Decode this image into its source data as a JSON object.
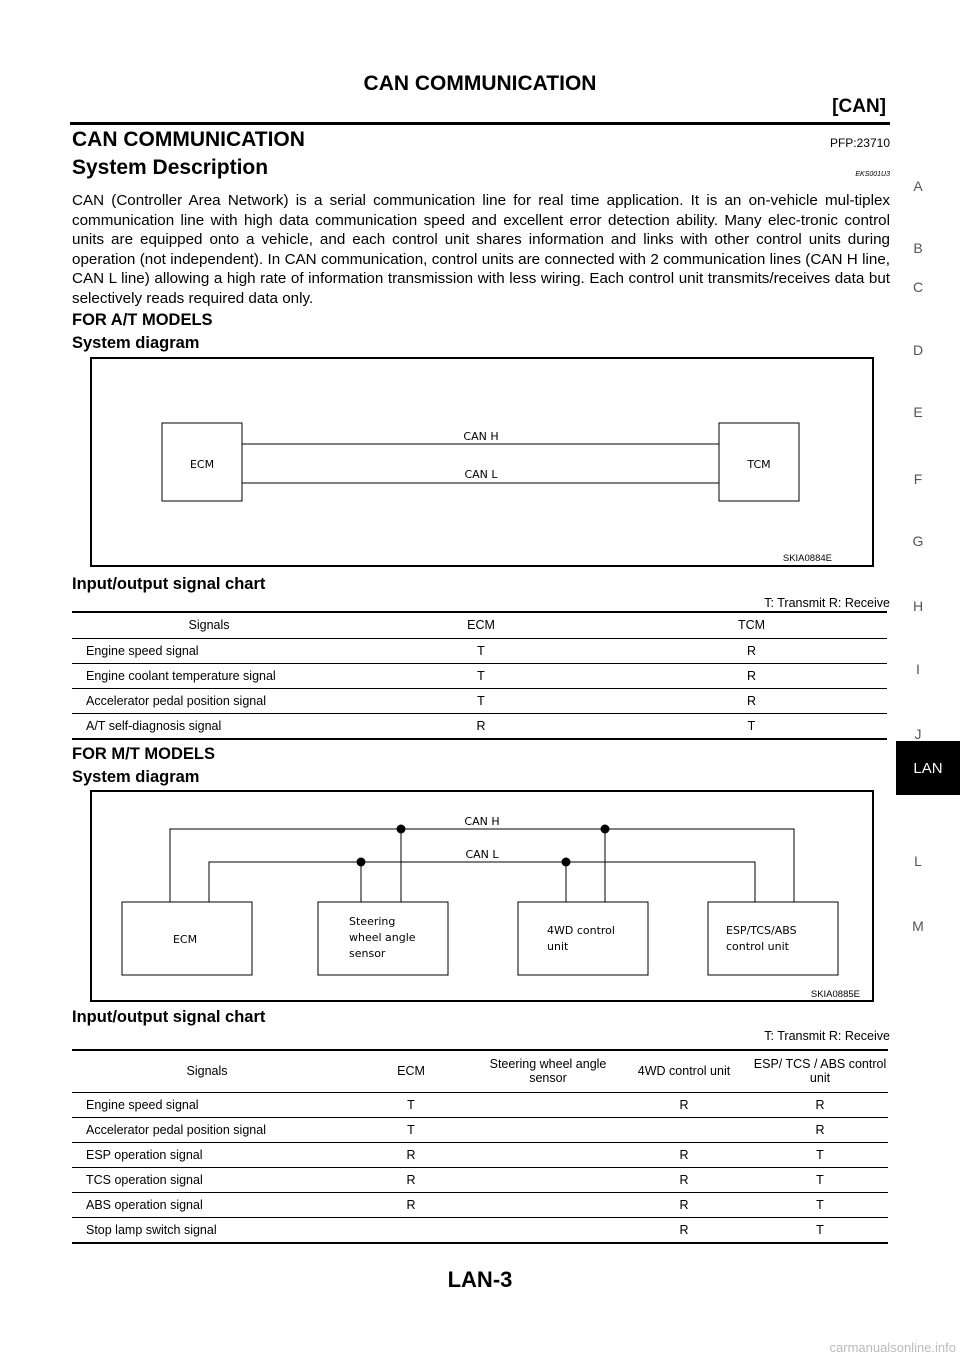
{
  "header": {
    "title": "CAN COMMUNICATION",
    "subtitle": "[CAN]"
  },
  "section": {
    "title": "CAN COMMUNICATION",
    "pfp": "PFP:23710"
  },
  "subsection": {
    "title": "System Description",
    "ref": "EKS001U3"
  },
  "description": "CAN (Controller Area Network) is a serial communication line for real time application. It is an on-vehicle mul-tiplex communication line with high data communication speed and excellent error detection ability. Many elec-tronic control units are equipped onto a vehicle, and each control unit shares information and links with other control units during operation (not independent). In CAN communication, control units are connected with 2 communication lines (CAN H line, CAN L line) allowing a high rate of information transmission with less wiring. Each control unit transmits/receives data but selectively reads required data only.",
  "at_models": {
    "heading": "FOR A/T MODELS",
    "diagram_heading": "System diagram",
    "diagram": {
      "left": "ECM",
      "right": "TCM",
      "can_h": "CAN H",
      "can_l": "CAN L",
      "code": "SKIA0884E"
    },
    "chart_heading": "Input/output signal chart",
    "legend": "T: Transmit   R: Receive",
    "table": {
      "headers": [
        "Signals",
        "ECM",
        "TCM"
      ],
      "rows": [
        [
          "Engine speed signal",
          "T",
          "R"
        ],
        [
          "Engine coolant temperature signal",
          "T",
          "R"
        ],
        [
          "Accelerator pedal position signal",
          "T",
          "R"
        ],
        [
          "A/T self-diagnosis signal",
          "R",
          "T"
        ]
      ]
    }
  },
  "mt_models": {
    "heading": "FOR M/T MODELS",
    "diagram_heading": "System diagram",
    "diagram": {
      "can_h": "CAN H",
      "can_l": "CAN L",
      "ecm": "ECM",
      "steering_1": "Steering",
      "steering_2": "wheel angle",
      "steering_3": "sensor",
      "fwd_1": "4WD control",
      "fwd_2": "unit",
      "esp_1": "ESP/TCS/ABS",
      "esp_2": "control unit",
      "code": "SKIA0885E"
    },
    "chart_heading": "Input/output signal chart",
    "legend": "T: Transmit   R: Receive",
    "table": {
      "headers": [
        "Signals",
        "ECM",
        "Steering wheel angle sensor",
        "4WD control unit",
        "ESP/ TCS / ABS control unit"
      ],
      "rows": [
        [
          "Engine speed signal",
          "T",
          "",
          "R",
          "R"
        ],
        [
          "Accelerator pedal position signal",
          "T",
          "",
          "",
          "R"
        ],
        [
          "ESP operation signal",
          "R",
          "",
          "R",
          "T"
        ],
        [
          "TCS operation signal",
          "R",
          "",
          "R",
          "T"
        ],
        [
          "ABS operation signal",
          "R",
          "",
          "R",
          "T"
        ],
        [
          "Stop lamp switch signal",
          "",
          "",
          "R",
          "T"
        ]
      ]
    }
  },
  "side_index": [
    "A",
    "B",
    "C",
    "D",
    "E",
    "F",
    "G",
    "H",
    "I",
    "J",
    "LAN",
    "L",
    "M"
  ],
  "footer": {
    "page": "LAN-3"
  },
  "watermark": "carmanualsonline.info"
}
